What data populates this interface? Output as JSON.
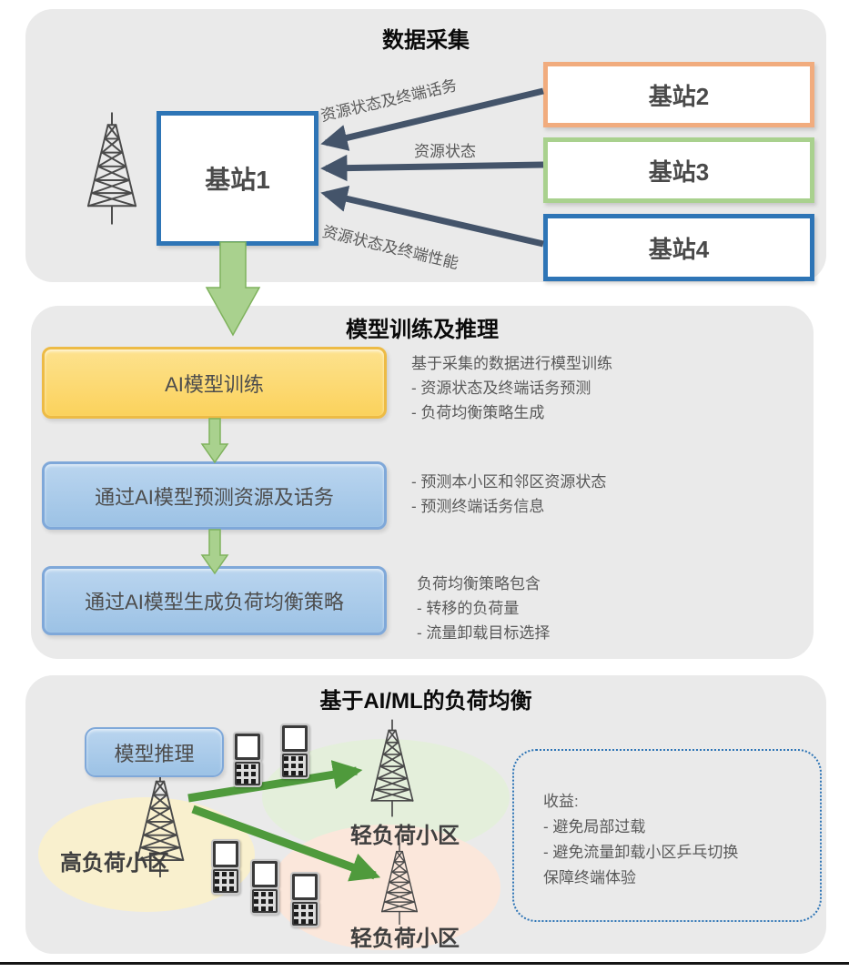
{
  "panel1": {
    "title": "数据采集",
    "bs1": "基站1",
    "bs2": "基站2",
    "bs3": "基站3",
    "bs4": "基站4",
    "arrow_from_bs2_label": "资源状态及终端话务",
    "arrow_from_bs3_label": "资源状态",
    "arrow_from_bs4_label": "资源状态及终端性能"
  },
  "panel2": {
    "title": "模型训练及推理",
    "steps": {
      "s1": "AI模型训练",
      "s2": "通过AI模型预测资源及话务",
      "s3": "通过AI模型生成负荷均衡策略"
    },
    "note1": {
      "l1": "基于采集的数据进行模型训练",
      "l2": "- 资源状态及终端话务预测",
      "l3": "- 负荷均衡策略生成"
    },
    "note2": {
      "l1": "- 预测本小区和邻区资源状态",
      "l2": "- 预测终端话务信息"
    },
    "note3": {
      "l1": "负荷均衡策略包含",
      "l2": "-  转移的负荷量",
      "l3": "-  流量卸载目标选择"
    }
  },
  "panel3": {
    "title": "基于AI/ML的负荷均衡",
    "inference_box": "模型推理",
    "high_load_cell": "高负荷小区",
    "light_load_cell_1": "轻负荷小区",
    "light_load_cell_2": "轻负荷小区",
    "benefits": {
      "l1": "收益:",
      "l2": "- 避免局部过载",
      "l3": "- 避免流量卸载小区乒乓切换",
      "l4": "保障终端体验"
    }
  },
  "icons": {
    "tower": "radio-tower-icon",
    "phone": "mobile-phone-icon"
  },
  "colors": {
    "panel_bg": "#EAEAEA",
    "bs1_border": "#2E75B6",
    "bs2_border": "#F1AC7E",
    "bs3_border": "#A9D18E",
    "bs4_border": "#2E75B6",
    "data_arrow": "#44546A",
    "flow_arrow_fill": "#A9D18E",
    "transfer_arrow": "#4F9A3C",
    "step_yellow": "#FBD25C",
    "step_blue": "#9CC2E5",
    "benefit_border": "#2E75B6",
    "cell_yellow_bg": "#F9F0CE",
    "cell_green_bg": "#E4EFDB",
    "cell_pink_bg": "#FBE7DB"
  }
}
